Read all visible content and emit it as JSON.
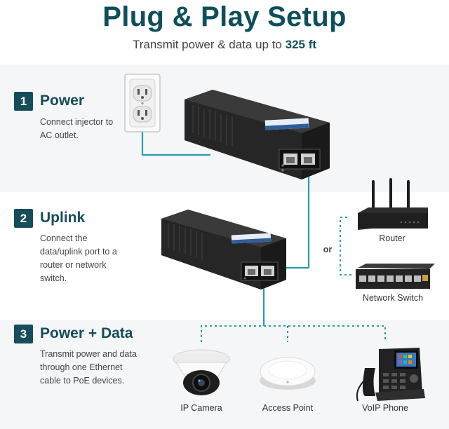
{
  "header": {
    "title": "Plug & Play Setup",
    "subtitle_prefix": "Transmit power & data up to ",
    "subtitle_value": "325 ft"
  },
  "steps": [
    {
      "number": "1",
      "title": "Power",
      "description": "Connect injector to AC outlet."
    },
    {
      "number": "2",
      "title": "Uplink",
      "description": "Connect the data/uplink port to a router or network switch."
    },
    {
      "number": "3",
      "title": "Power + Data",
      "description": "Transmit power and data through one Ethernet cable to PoE devices."
    }
  ],
  "devices": {
    "router": "Router",
    "switch": "Network Switch",
    "or_label": "or",
    "ip_camera": "IP Camera",
    "access_point": "Access Point",
    "voip_phone": "VoIP Phone"
  },
  "colors": {
    "brand": "#174d5a",
    "cable": "#2a9bb0"
  },
  "icons": [
    "wall-outlet-icon",
    "poe-injector-icon",
    "router-icon",
    "network-switch-icon",
    "ip-camera-icon",
    "access-point-icon",
    "voip-phone-icon"
  ]
}
